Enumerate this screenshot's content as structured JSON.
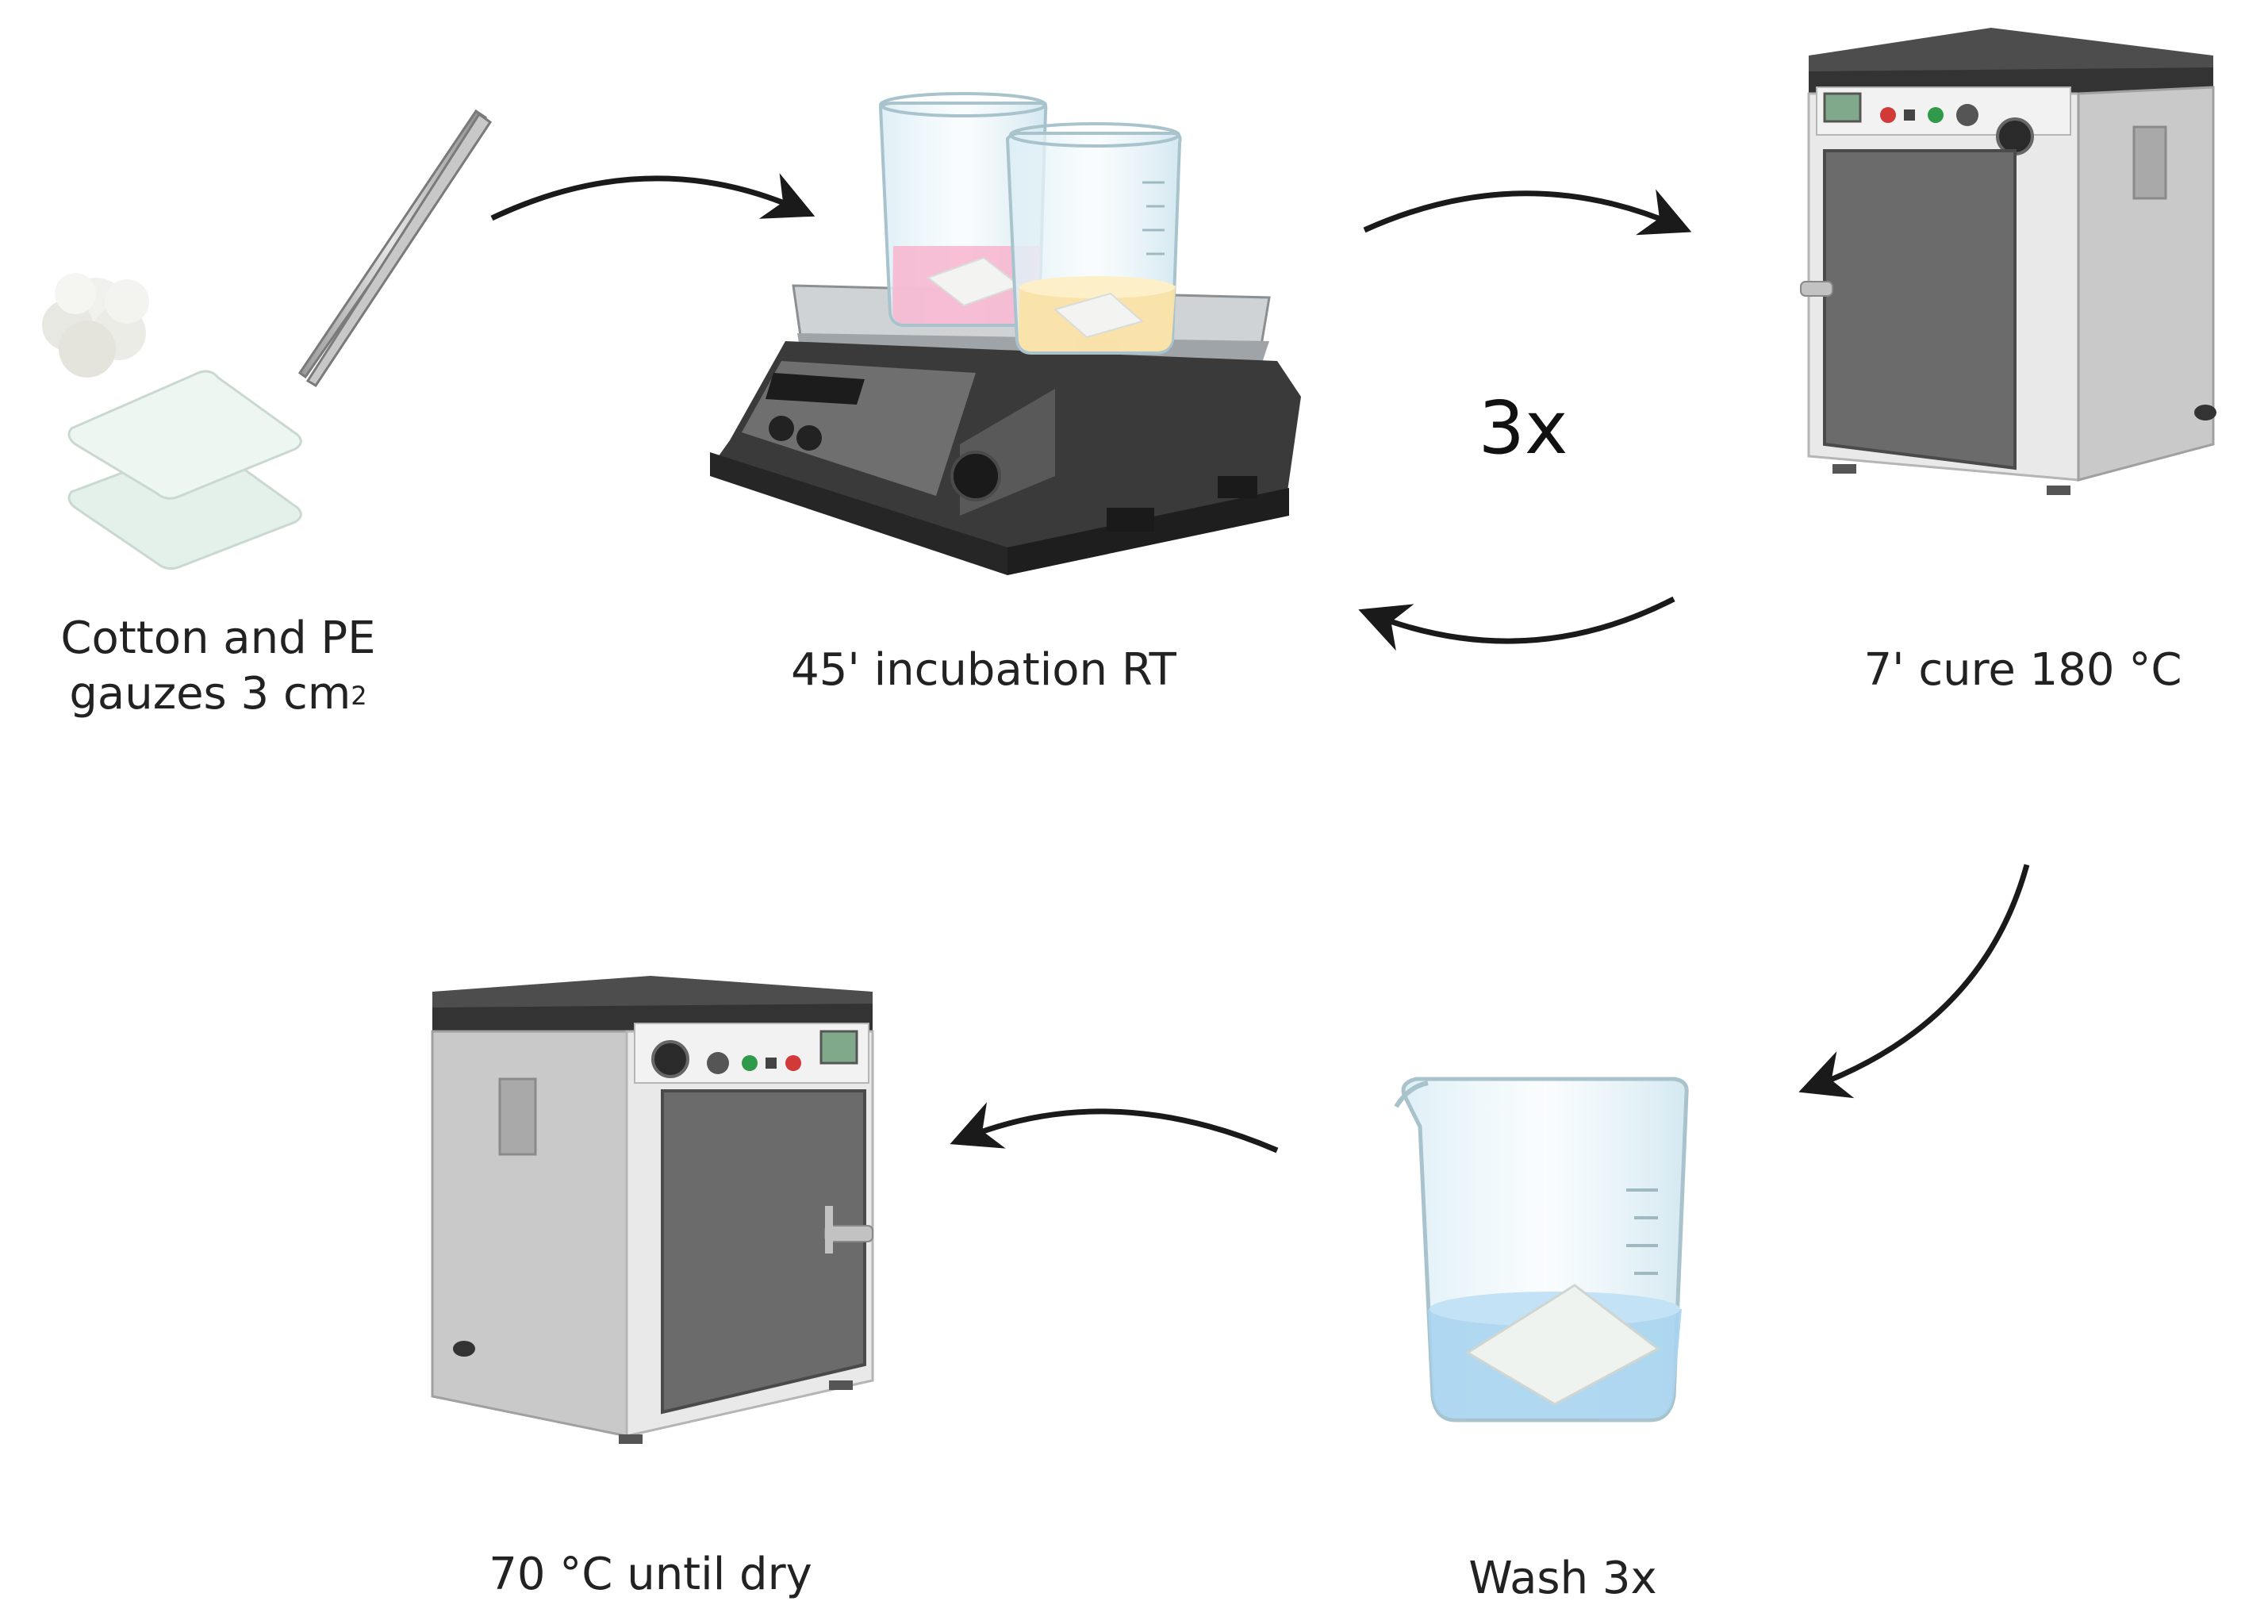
{
  "steps": {
    "gauze": {
      "line1": "Cotton and PE",
      "line2": "gauzes 3 cm",
      "sup": "2"
    },
    "incubation": {
      "label": "45' incubation RT"
    },
    "cure": {
      "label": "7' cure 180 °C"
    },
    "wash": {
      "label": "Wash 3x"
    },
    "dry": {
      "label": "70 °C until dry"
    }
  },
  "cycle": {
    "label": "3x"
  },
  "colors": {
    "arrow": "#1a1a1a",
    "oven_body": "#d9d9d9",
    "oven_top": "#4d4d4d",
    "oven_door": "#6b6b6b",
    "stirrer_body": "#3a3a3a",
    "pink_solution": "#f7b8d0",
    "yellow_solution": "#fbe3a6",
    "water": "#a8d4f0",
    "glass": "#eaf4f8",
    "gauze": "#e8f3ee"
  }
}
